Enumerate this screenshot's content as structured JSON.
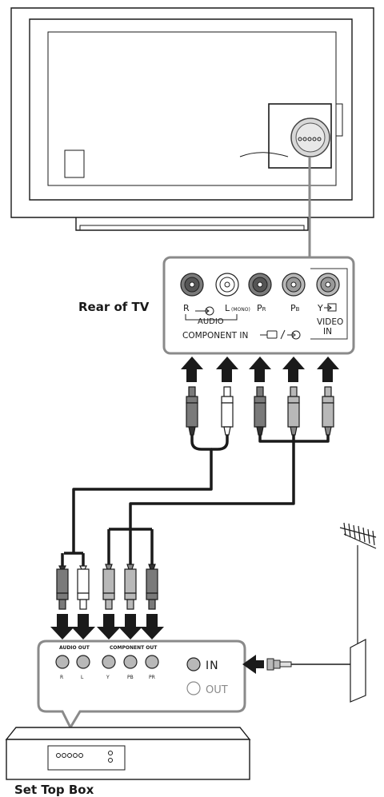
{
  "labels": {
    "rear_of_tv": "Rear of TV",
    "set_top_box": "Set Top Box"
  },
  "tv_panel": {
    "jacks": {
      "r": "R",
      "l": "L",
      "mono": "(MONO)",
      "pr": "P",
      "pr_sub": "R",
      "pb": "P",
      "pb_sub": "B",
      "y": "Y",
      "audio": "AUDIO",
      "component_in": "COMPONENT  IN",
      "video": "VIDEO",
      "in": "IN"
    }
  },
  "stb_panel": {
    "audio_out": "AUDIO OUT",
    "component_out": "COMPONENT OUT",
    "jacks": {
      "r": "R",
      "l": "L",
      "y": "Y",
      "pb": "PB",
      "pr": "PR"
    },
    "in": "IN",
    "out": "OUT"
  },
  "colors": {
    "line": "#1a1a1a",
    "callout": "#8a8a8a",
    "plug_dark": "#7a7a7a",
    "plug_light": "#ffffff",
    "plug_mid": "#b8b8b8"
  }
}
